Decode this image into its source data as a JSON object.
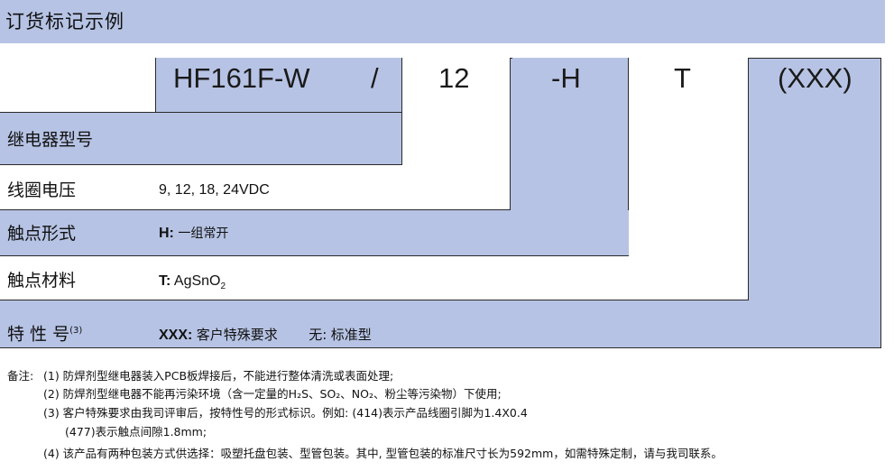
{
  "title": "订货标记示例",
  "code": {
    "model": "HF161F-W",
    "slash": "/",
    "voltage": "12",
    "contact": "-H",
    "material": "T",
    "special": "(XXX)"
  },
  "rows": {
    "model_label": "继电器型号",
    "voltage_label": "线圈电压",
    "voltage_value": "9, 12, 18, 24VDC",
    "form_label": "触点形式",
    "form_key": "H:",
    "form_value": "一组常开",
    "material_label": "触点材料",
    "material_key": "T:",
    "material_value_main": "AgSnO",
    "material_value_sub": "2",
    "special_label": "特 性 号",
    "special_sup": "(3)",
    "special_key": "XXX:",
    "special_value": "客户特殊要求",
    "special_none_key": "无:",
    "special_none_value": "标准型"
  },
  "notes": {
    "prefix": "备注:",
    "n1": "(1) 防焊剂型继电器装入PCB板焊接后，不能进行整体清洗或表面处理;",
    "n2": "(2) 防焊剂型继电器不能再污染环境（含一定量的H₂S、SO₂、NO₂、粉尘等污染物）下使用;",
    "n3": "(3) 客户特殊要求由我司评审后，按特性号的形式标识。例如: (414)表示产品线圈引脚为1.4X0.4",
    "n3b": "(477)表示触点间隙1.8mm;",
    "n4": "(4) 该产品有两种包装方式供选择：吸塑托盘包装、型管包装。其中, 型管包装的标准尺寸长为592mm，如需特殊定制，请与我司联系。"
  },
  "colors": {
    "fill": "#b6c3e4",
    "line": "#2a2a2a"
  }
}
